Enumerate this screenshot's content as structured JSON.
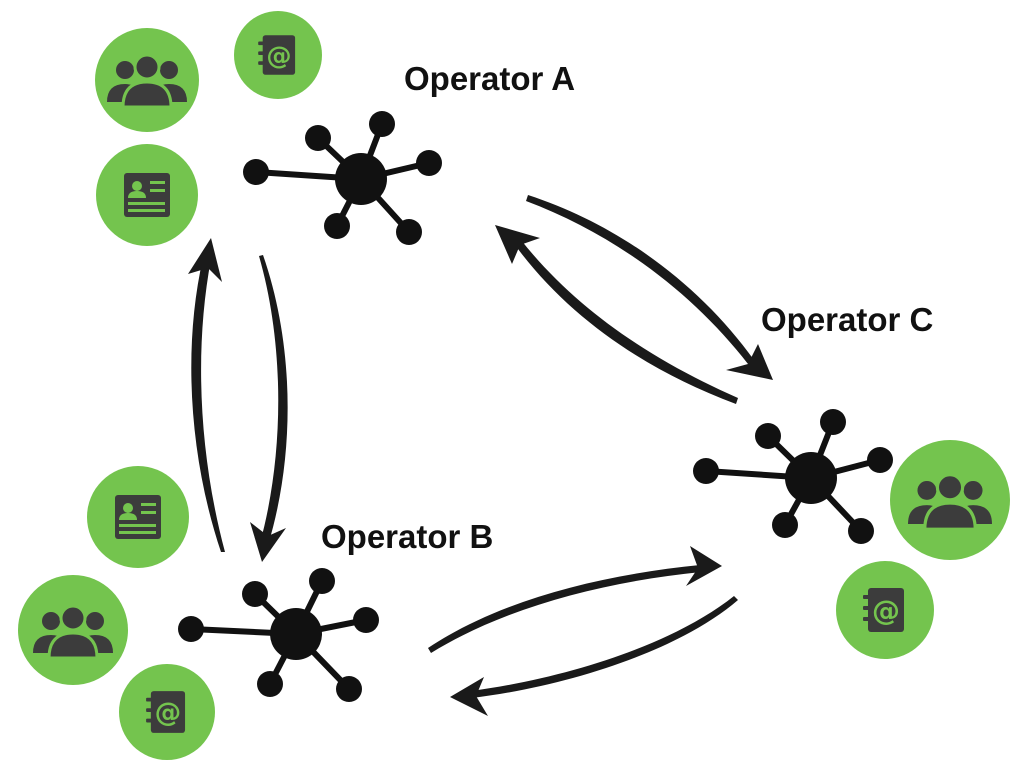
{
  "colors": {
    "circle_green": "#74c44e",
    "icon_dark": "#3c3c3c",
    "node_black": "#111111",
    "arrow_black": "#1a1a1a"
  },
  "operators": [
    {
      "label": "Operator A",
      "icons": [
        "people-icon",
        "address-book-icon",
        "id-card-icon"
      ]
    },
    {
      "label": "Operator B",
      "icons": [
        "id-card-icon",
        "people-icon",
        "address-book-icon"
      ]
    },
    {
      "label": "Operator C",
      "icons": [
        "people-icon",
        "address-book-icon"
      ]
    }
  ]
}
